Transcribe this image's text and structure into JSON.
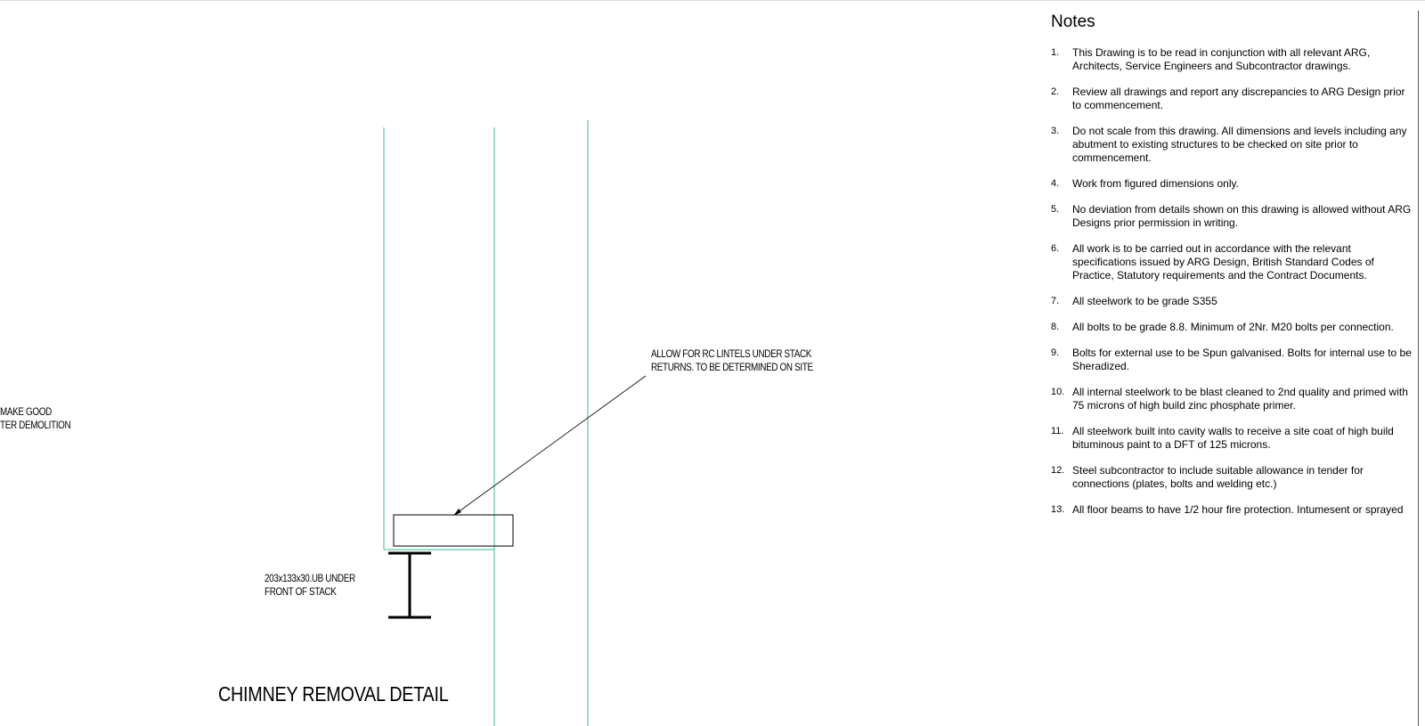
{
  "diagram": {
    "title": "CHIMNEY REMOVAL DETAIL",
    "annotations": {
      "lintel_note": [
        "ALLOW FOR RC LINTELS UNDER STACK",
        "RETURNS. TO BE DETERMINED ON SITE"
      ],
      "beam_note": [
        "203x133x30.UB UNDER",
        "FRONT OF STACK"
      ],
      "left_note": [
        "MAKE GOOD",
        "TER DEMOLITION"
      ]
    },
    "colors": {
      "wall_lines": "#5fc9a4",
      "linework": "#000000"
    }
  },
  "notes": {
    "heading": "Notes",
    "items": [
      {
        "num": "1.",
        "text": "This Drawing is to be read in conjunction with all relevant ARG, Architects, Service Engineers and Subcontractor drawings."
      },
      {
        "num": "2.",
        "text": "Review all drawings and report any discrepancies to ARG Design prior to commencement."
      },
      {
        "num": "3.",
        "text": "Do not scale from this drawing. All dimensions and levels including any abutment to existing structures to be checked on site prior to commencement."
      },
      {
        "num": "4.",
        "text": "Work from figured dimensions only."
      },
      {
        "num": "5.",
        "text": "No deviation from details shown on this drawing is allowed without ARG Designs prior permission in writing."
      },
      {
        "num": "6.",
        "text": "All work is to be carried out in accordance with the relevant specifications issued by ARG Design, British Standard Codes of Practice, Statutory requirements and the Contract Documents."
      },
      {
        "num": "7.",
        "text": "All steelwork to be grade S355"
      },
      {
        "num": "8.",
        "text": "All bolts to be grade 8.8. Minimum of 2Nr. M20 bolts per connection."
      },
      {
        "num": "9.",
        "text": "Bolts for external use to be Spun galvanised. Bolts for internal use to be Sheradized."
      },
      {
        "num": "10.",
        "text": "All internal steelwork to be blast cleaned to 2nd quality and primed with 75 microns of high build zinc phosphate primer."
      },
      {
        "num": "11.",
        "text": "All steelwork built into cavity walls to receive a site coat of high build bituminous paint to a DFT of 125 microns."
      },
      {
        "num": "12.",
        "text": "Steel subcontractor to include suitable allowance in tender for connections (plates, bolts and welding etc.)"
      },
      {
        "num": "13.",
        "text": "All floor beams to have 1/2 hour fire protection. Intumesent or sprayed"
      }
    ]
  }
}
